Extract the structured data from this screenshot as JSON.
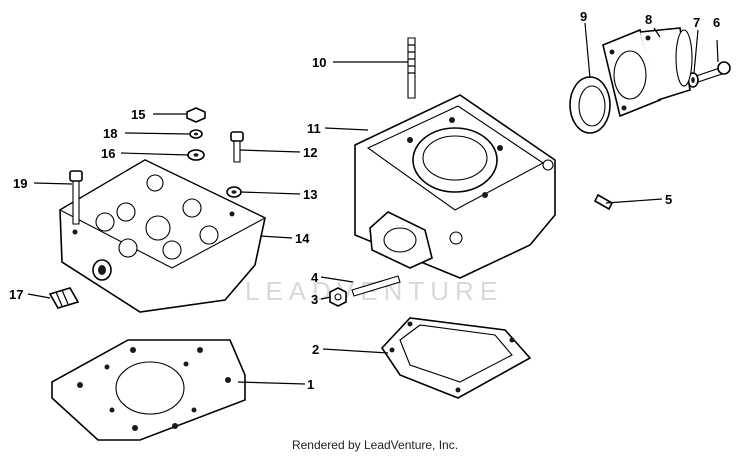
{
  "callouts": [
    "1",
    "2",
    "3",
    "4",
    "5",
    "6",
    "7",
    "8",
    "9",
    "10",
    "11",
    "12",
    "13",
    "14",
    "15",
    "16",
    "17",
    "18",
    "19"
  ],
  "watermark": "LEADVENTURE",
  "footer": "Rendered by LeadVenture, Inc."
}
